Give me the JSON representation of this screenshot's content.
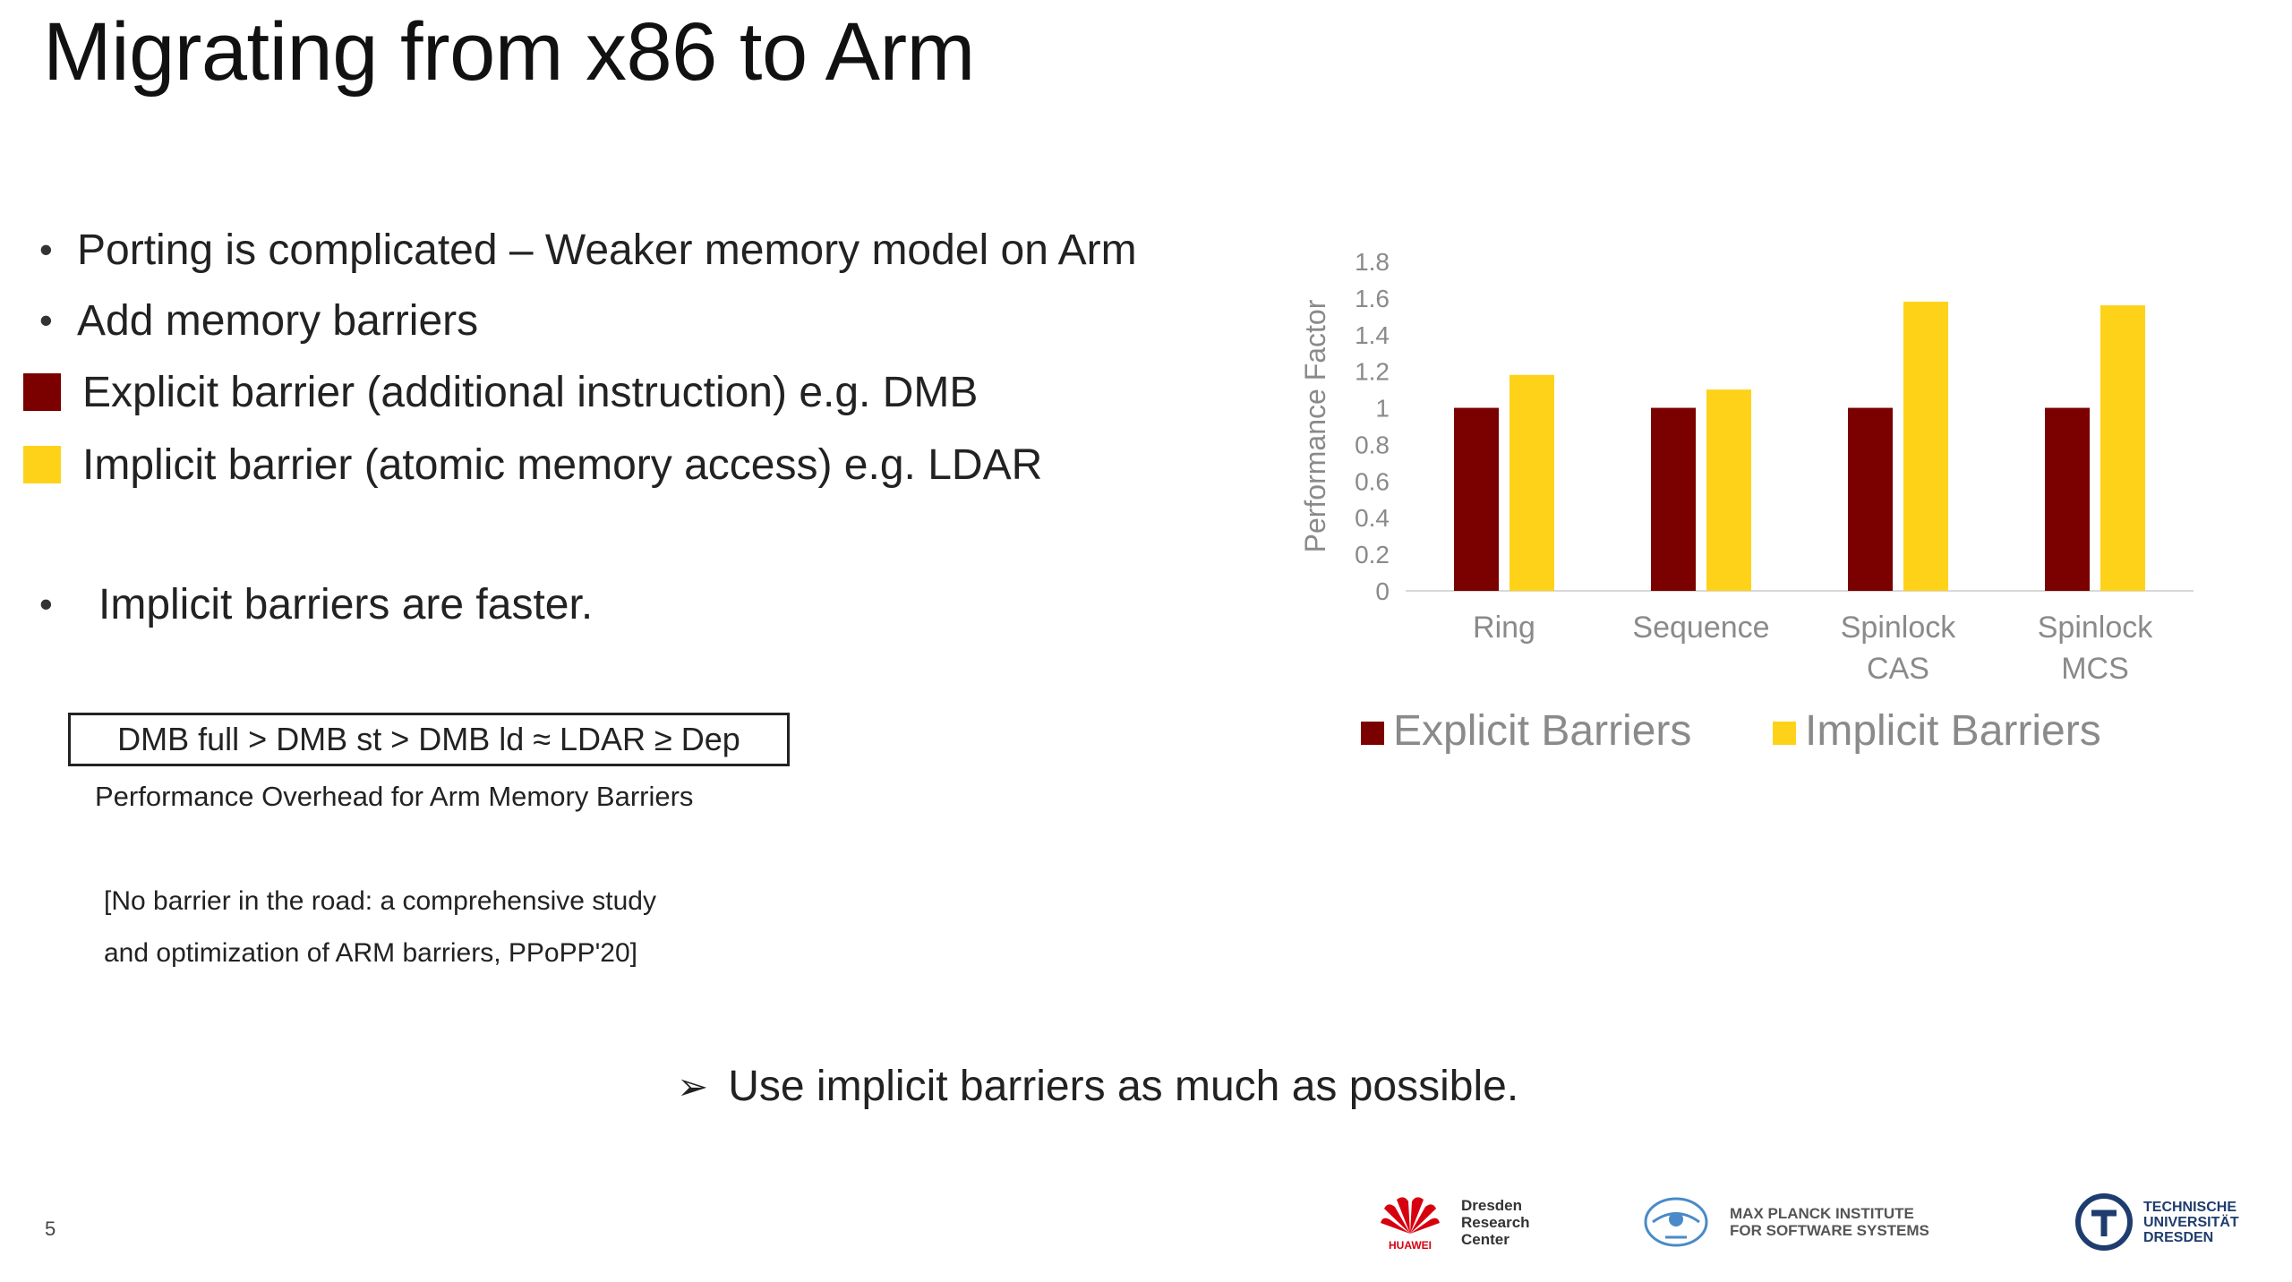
{
  "slide": {
    "title": "Migrating from x86 to Arm",
    "bullets": [
      "Porting is complicated – Weaker memory model on Arm",
      "Add memory barriers"
    ],
    "legend_items": [
      {
        "text": "Explicit barrier (additional instruction) e.g. DMB",
        "color": "#7b0000"
      },
      {
        "text": "Implicit barrier (atomic memory access) e.g. LDAR",
        "color": "#ffd21a"
      }
    ],
    "bullet_faster": "Implicit barriers are faster.",
    "perf_order": "DMB full > DMB st > DMB ld ≈ LDAR ≥ Dep",
    "perf_caption": "Performance Overhead for Arm Memory Barriers",
    "reference_lines": [
      "[No barrier in the road: a comprehensive study",
      "and optimization of ARM barriers, PPoPP'20]"
    ],
    "conclusion": "Use implicit barriers as much as possible.",
    "page_number": "5",
    "bullet_glyph": "•",
    "arrow_glyph": "➢",
    "logos": {
      "huawei": {
        "brand": "HUAWEI",
        "lines": [
          "Dresden",
          "Research",
          "Center"
        ],
        "icon": "huawei-petal-icon"
      },
      "mpi": {
        "lines": [
          "MAX PLANCK INSTITUTE",
          "FOR SOFTWARE SYSTEMS"
        ],
        "icon": "mpi-emblem-icon"
      },
      "tud": {
        "lines": [
          "TECHNISCHE",
          "UNIVERSITÄT",
          "DRESDEN"
        ],
        "icon": "tud-seal-icon"
      }
    }
  },
  "chart_data": {
    "type": "bar",
    "categories": [
      [
        "Ring"
      ],
      [
        "Sequence"
      ],
      [
        "Spinlock",
        "CAS"
      ],
      [
        "Spinlock",
        "MCS"
      ]
    ],
    "series": [
      {
        "name": "Explicit Barriers",
        "values": [
          1.0,
          1.0,
          1.0,
          1.0
        ],
        "color": "#7b0000"
      },
      {
        "name": "Implicit Barriers",
        "values": [
          1.18,
          1.1,
          1.58,
          1.56
        ],
        "color": "#ffd21a"
      }
    ],
    "ylabel": "Performance Factor",
    "ylim": [
      0,
      1.8
    ],
    "yticks": [
      "0",
      "0.2",
      "0.4",
      "0.6",
      "0.8",
      "1",
      "1.2",
      "1.4",
      "1.6",
      "1.8"
    ],
    "grid": false,
    "legend_position": "bottom"
  }
}
